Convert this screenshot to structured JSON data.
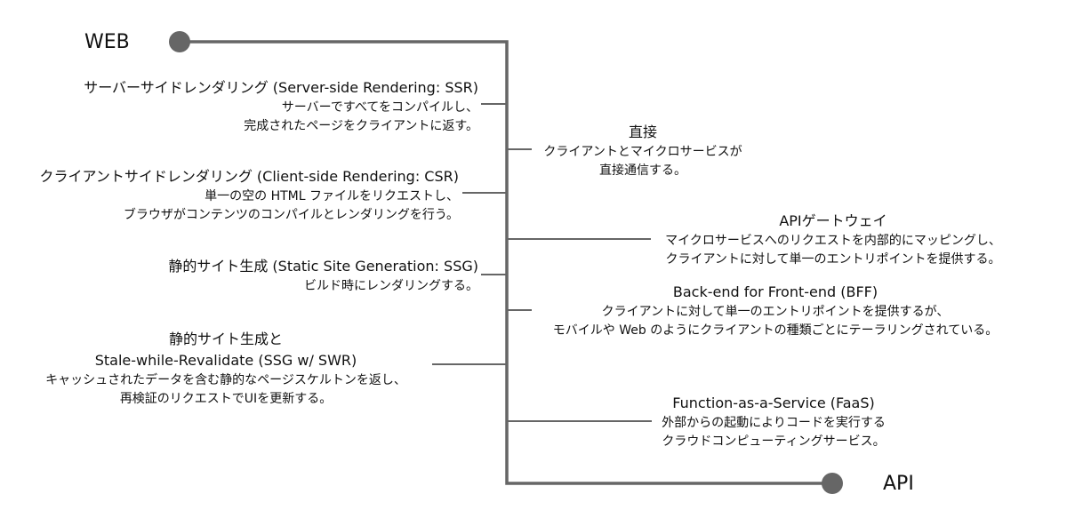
{
  "diagram": {
    "start_label": "WEB",
    "end_label": "API",
    "line_color": "#666666",
    "dot_color": "#666666",
    "left_items": [
      {
        "title": "サーバーサイドレンダリング (Server-side Rendering: SSR)",
        "title_line2": "",
        "desc_line1": "サーバーですべてをコンパイルし、",
        "desc_line2": "完成されたページをクライアントに返す。"
      },
      {
        "title": "クライアントサイドレンダリング (Client-side Rendering: CSR)",
        "title_line2": "",
        "desc_line1": "単一の空の HTML ファイルをリクエストし、",
        "desc_line2": "ブラウザがコンテンツのコンパイルとレンダリングを行う。"
      },
      {
        "title": "静的サイト生成 (Static Site Generation: SSG)",
        "title_line2": "",
        "desc_line1": "ビルド時にレンダリングする。",
        "desc_line2": ""
      },
      {
        "title": "静的サイト生成と",
        "title_line2": "Stale-while-Revalidate (SSG w/ SWR)",
        "desc_line1": "キャッシュされたデータを含む静的なページスケルトンを返し、",
        "desc_line2": "再検証のリクエストでUIを更新する。"
      }
    ],
    "right_items": [
      {
        "title": "直接",
        "desc_line1": "クライアントとマイクロサービスが",
        "desc_line2": "直接通信する。"
      },
      {
        "title": "APIゲートウェイ",
        "desc_line1": "マイクロサービスへのリクエストを内部的にマッピングし、",
        "desc_line2": "クライアントに対して単一のエントリポイントを提供する。"
      },
      {
        "title": "Back-end for Front-end (BFF)",
        "desc_line1": "クライアントに対して単一のエントリポイントを提供するが、",
        "desc_line2": "モバイルや Web のようにクライアントの種類ごとにテーラリングされている。"
      },
      {
        "title": "Function-as-a-Service (FaaS)",
        "desc_line1": "外部からの起動によりコードを実行する",
        "desc_line2": "クラウドコンピューティングサービス。"
      }
    ]
  }
}
